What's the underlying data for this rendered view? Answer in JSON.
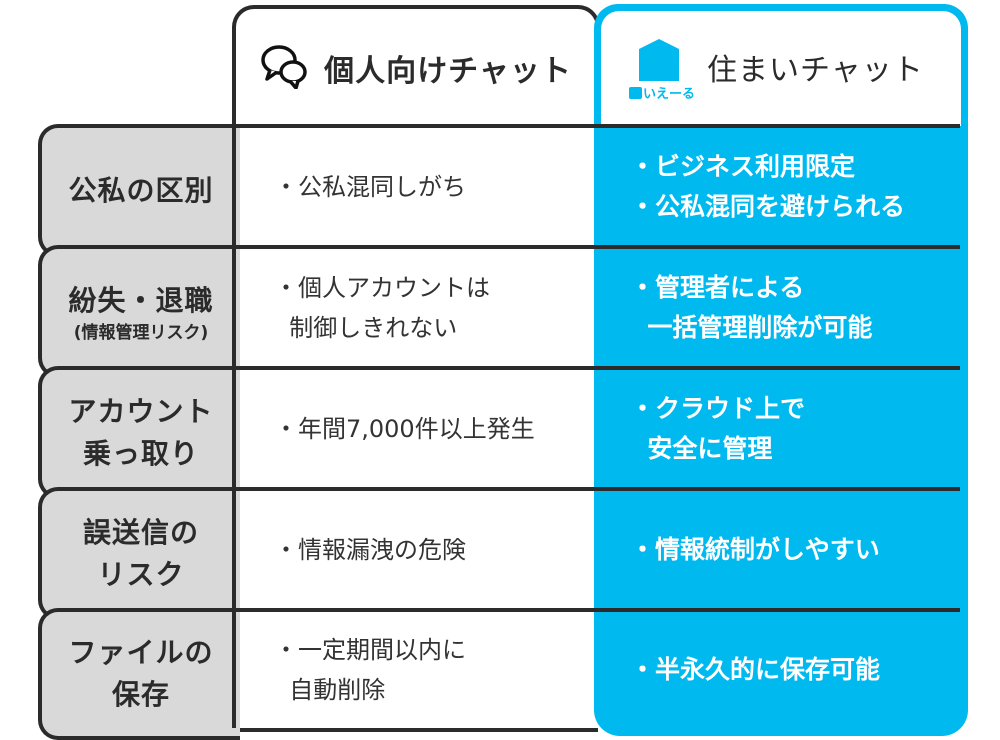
{
  "header": {
    "personal_chat": {
      "title": "個人向けチャット",
      "icon": "chat-bubbles-icon"
    },
    "sumai_chat": {
      "title": "住まいチャット",
      "logo_text": "いえーる",
      "logo_icon": "house-icon"
    }
  },
  "colors": {
    "accent_blue": "#00b9ef",
    "label_gray": "#d9d9d9",
    "border_dark": "#2b2b2b"
  },
  "rows": [
    {
      "label": "公私の区別",
      "sublabel": "",
      "personal": "・公私混同しがち",
      "sumai": "・ビジネス利用限定\n・公私混同を避けられる"
    },
    {
      "label": "紛失・退職",
      "sublabel": "(情報管理リスク)",
      "personal": "・個人アカウントは\n  制御しきれない",
      "sumai": "・管理者による\n  一括管理削除が可能"
    },
    {
      "label": "アカウント\n乗っ取り",
      "sublabel": "",
      "personal": "・年間7,000件以上発生",
      "sumai": "・クラウド上で\n  安全に管理"
    },
    {
      "label": "誤送信の\nリスク",
      "sublabel": "",
      "personal": "・情報漏洩の危険",
      "sumai": "・情報統制がしやすい"
    },
    {
      "label": "ファイルの\n保存",
      "sublabel": "",
      "personal": "・一定期間以内に\n  自動削除",
      "sumai": "・半永久的に保存可能"
    }
  ]
}
